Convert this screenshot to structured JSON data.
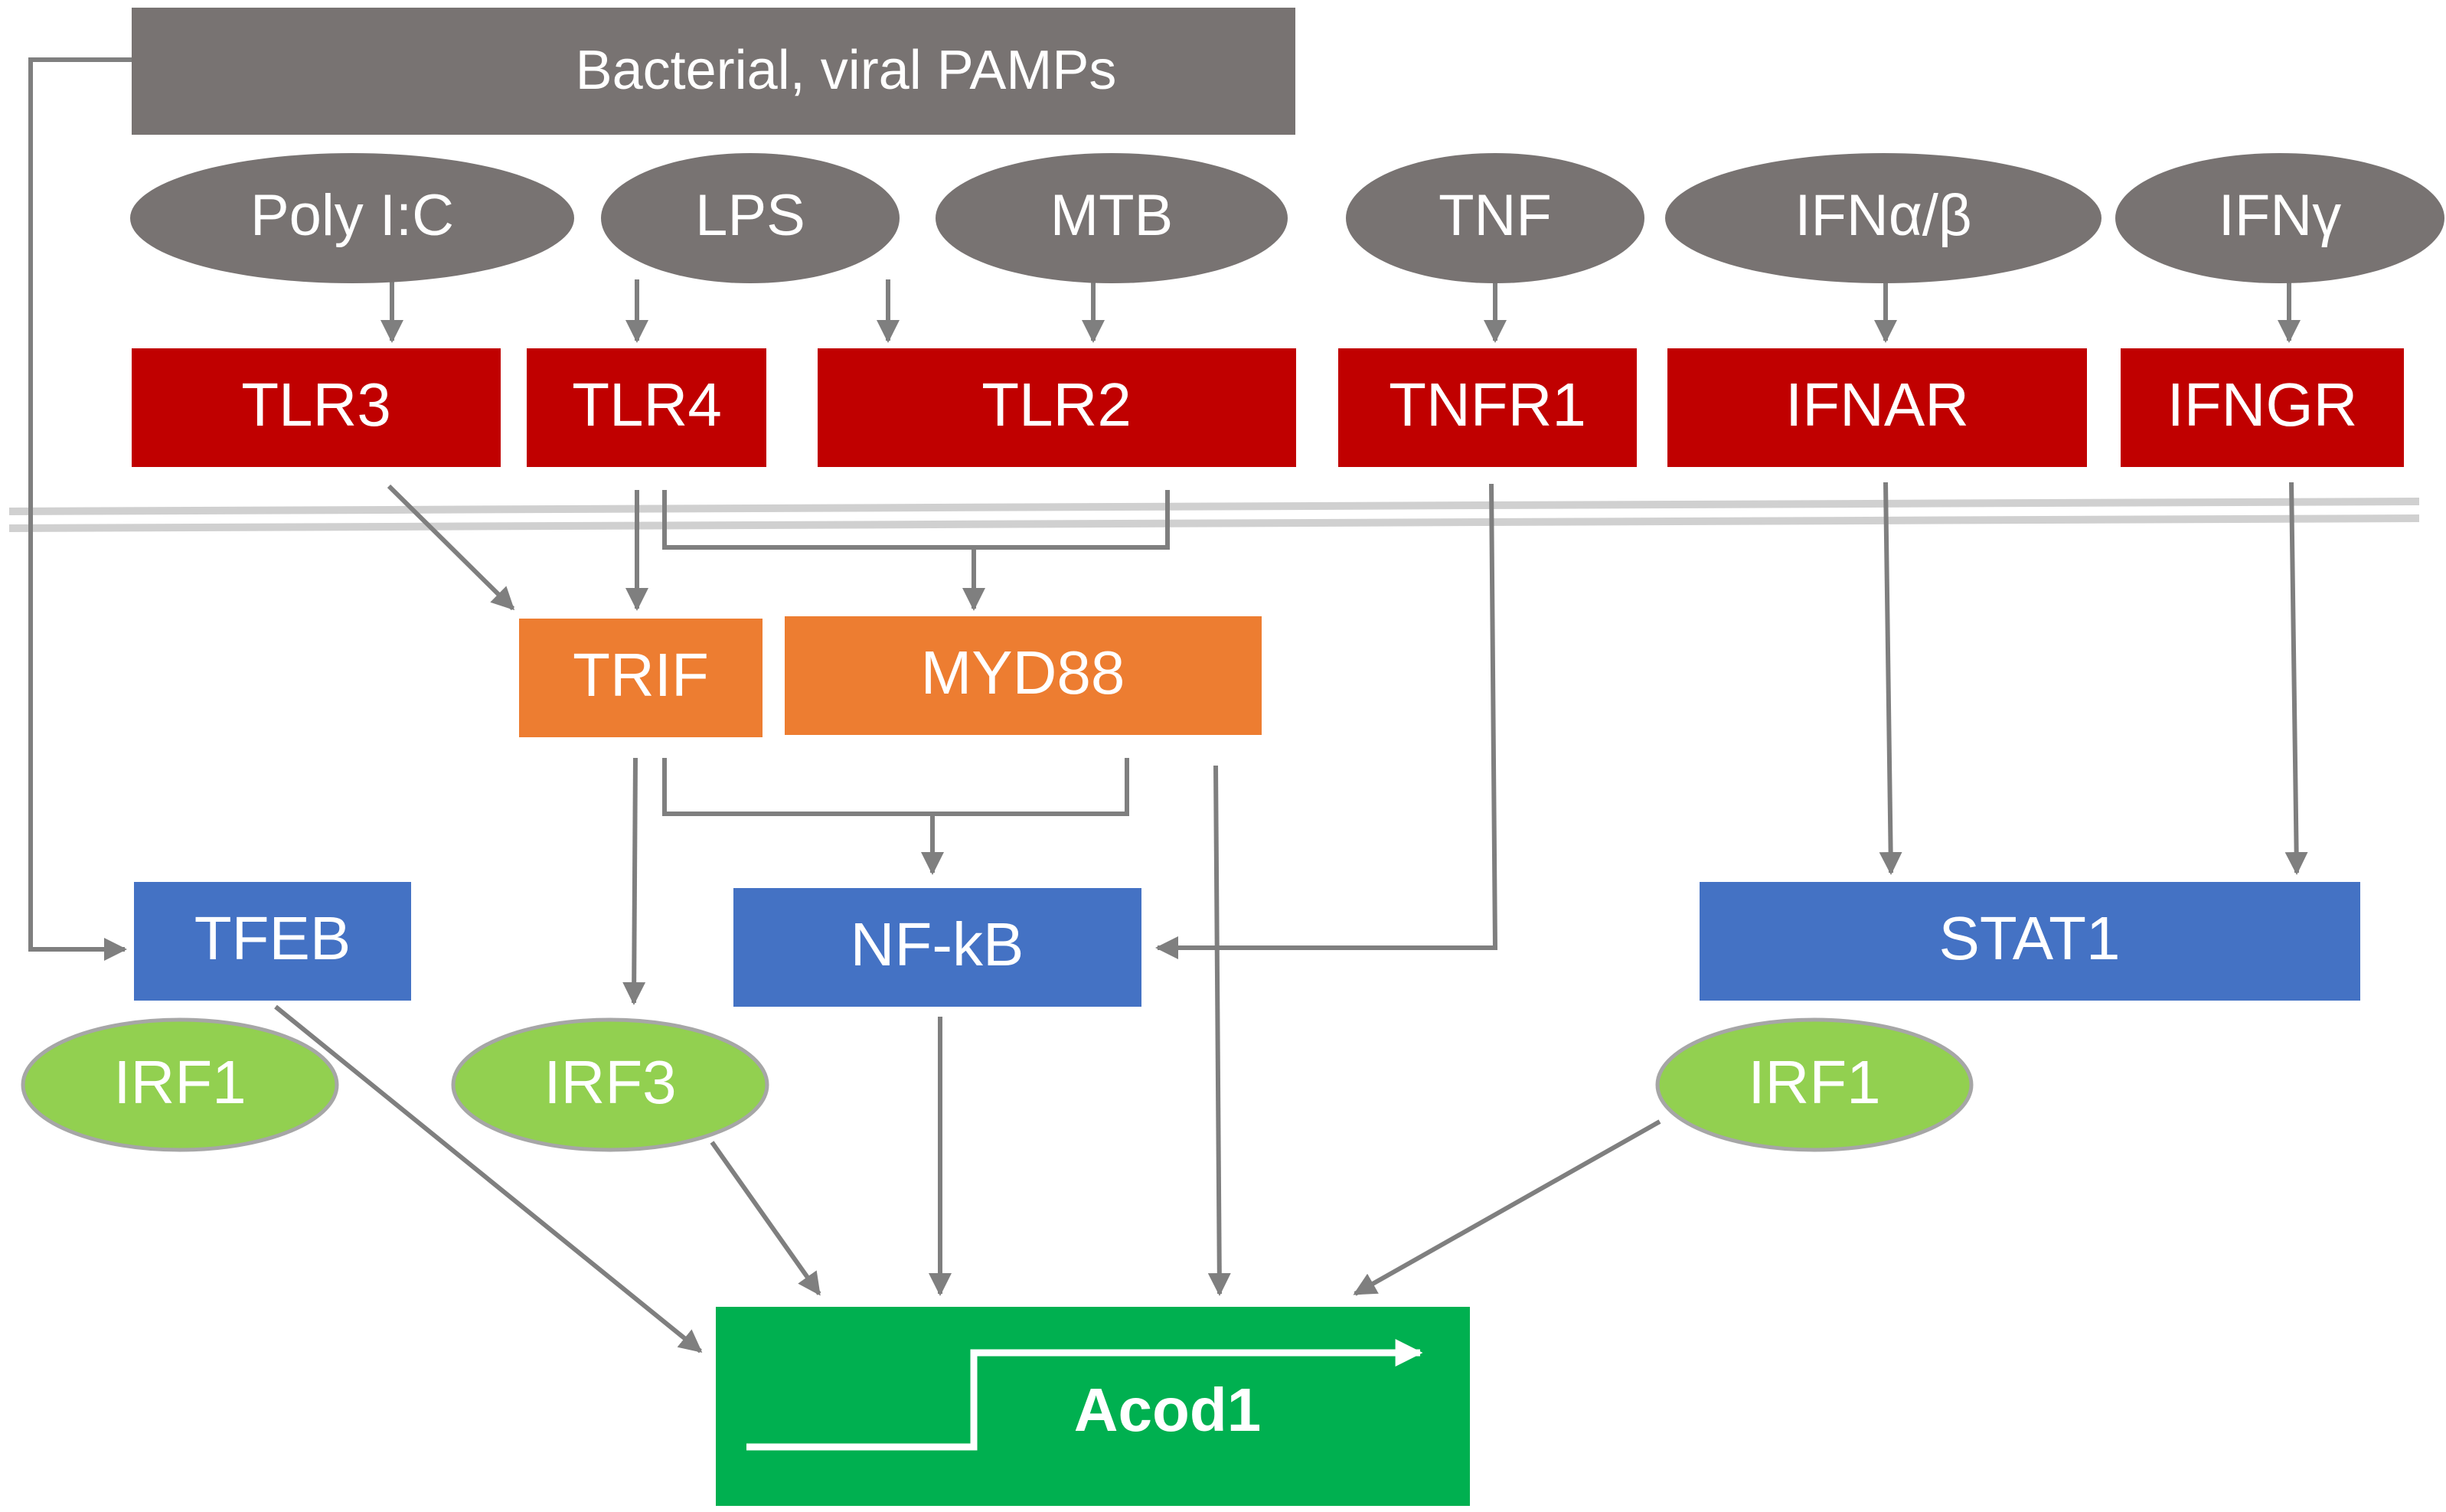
{
  "colors": {
    "gray": "#787372",
    "red": "#C00000",
    "orange": "#ED7D31",
    "blue": "#4472C4",
    "green_ellipse": "#92D050",
    "green_gene": "#00B050",
    "arrow": "#7F7F7F",
    "membrane": "#D0D0D0"
  },
  "header": {
    "label": "Bacterial, viral PAMPs"
  },
  "ligands": {
    "polyic": "Poly I:C",
    "lps": "LPS",
    "mtb": "MTB",
    "tnf": "TNF",
    "ifnab": "IFNα/β",
    "ifng": "IFNγ"
  },
  "receptors": {
    "tlr3": "TLR3",
    "tlr4": "TLR4",
    "tlr2": "TLR2",
    "tnfr1": "TNFR1",
    "ifnar": "IFNAR",
    "ifngr": "IFNGR"
  },
  "adaptors": {
    "trif": "TRIF",
    "myd88": "MYD88"
  },
  "transcription_factors": {
    "tfeb": "TFEB",
    "nfkb": "NF-kB",
    "stat1": "STAT1",
    "irf1_left": "IRF1",
    "irf3": "IRF3",
    "irf1_right": "IRF1"
  },
  "gene": {
    "label": "Acod1"
  }
}
